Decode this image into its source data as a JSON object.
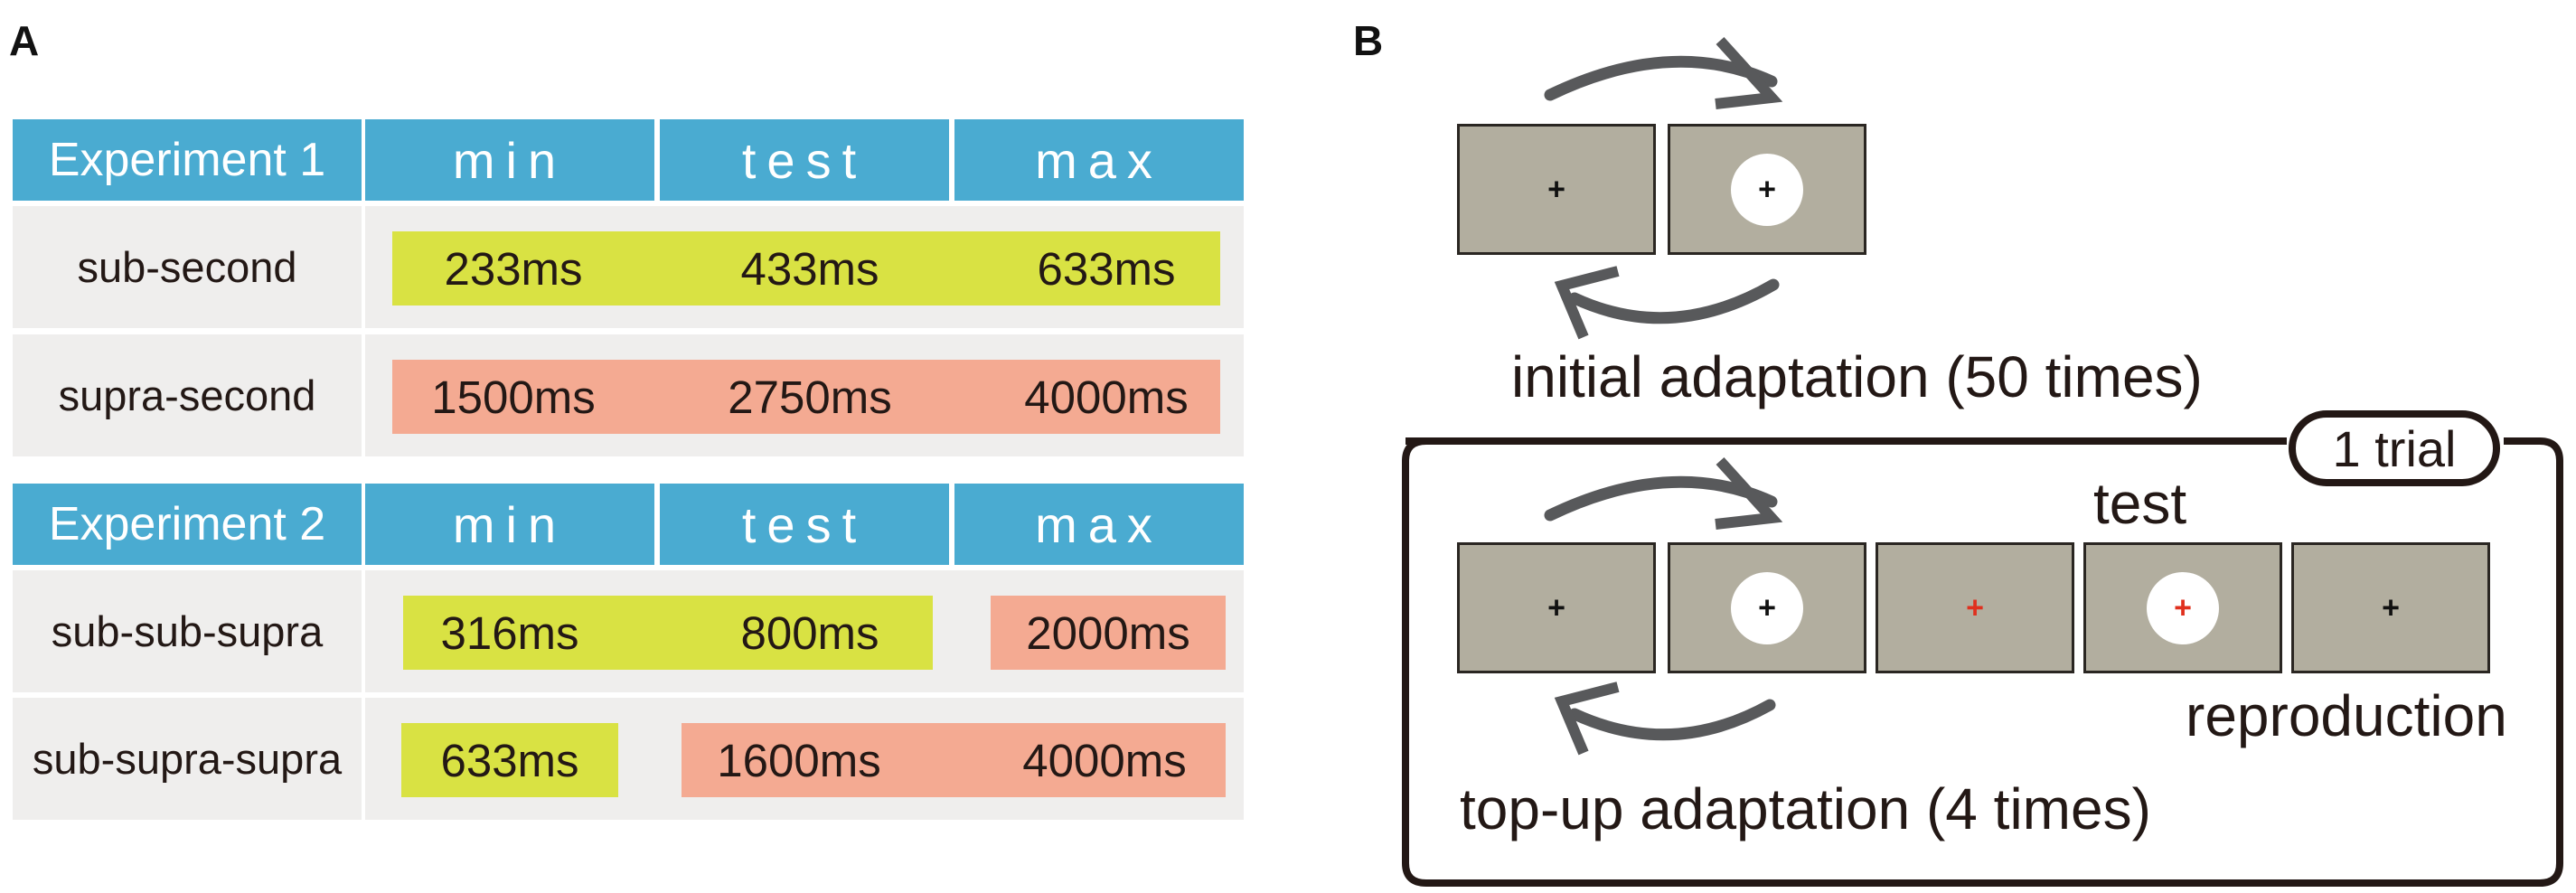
{
  "panels": {
    "a": "A",
    "b": "B"
  },
  "colors": {
    "header": "#4aabd1",
    "row": "#efeeed",
    "sub": "#d9e243",
    "supra": "#f4aa92",
    "screen": "#b2ae9f",
    "red_cross": "#e0301e"
  },
  "table1": {
    "headers": [
      "Experiment 1",
      "min",
      "test",
      "max"
    ],
    "rows": [
      {
        "label": "sub-second",
        "values": [
          "233ms",
          "433ms",
          "633ms"
        ]
      },
      {
        "label": "supra-second",
        "values": [
          "1500ms",
          "2750ms",
          "4000ms"
        ]
      }
    ]
  },
  "table2": {
    "headers": [
      "Experiment 2",
      "min",
      "test",
      "max"
    ],
    "rows": [
      {
        "label": "sub-sub-supra",
        "values": [
          "316ms",
          "800ms",
          "2000ms"
        ]
      },
      {
        "label": "sub-supra-supra",
        "values": [
          "633ms",
          "1600ms",
          "4000ms"
        ]
      }
    ]
  },
  "diagram": {
    "cross": "+",
    "initial_caption": "initial adaptation (50 times)",
    "trial_label": "1 trial",
    "test_label": "test",
    "reproduction_label": "reproduction",
    "topup_caption": "top-up adaptation (4 times)"
  }
}
